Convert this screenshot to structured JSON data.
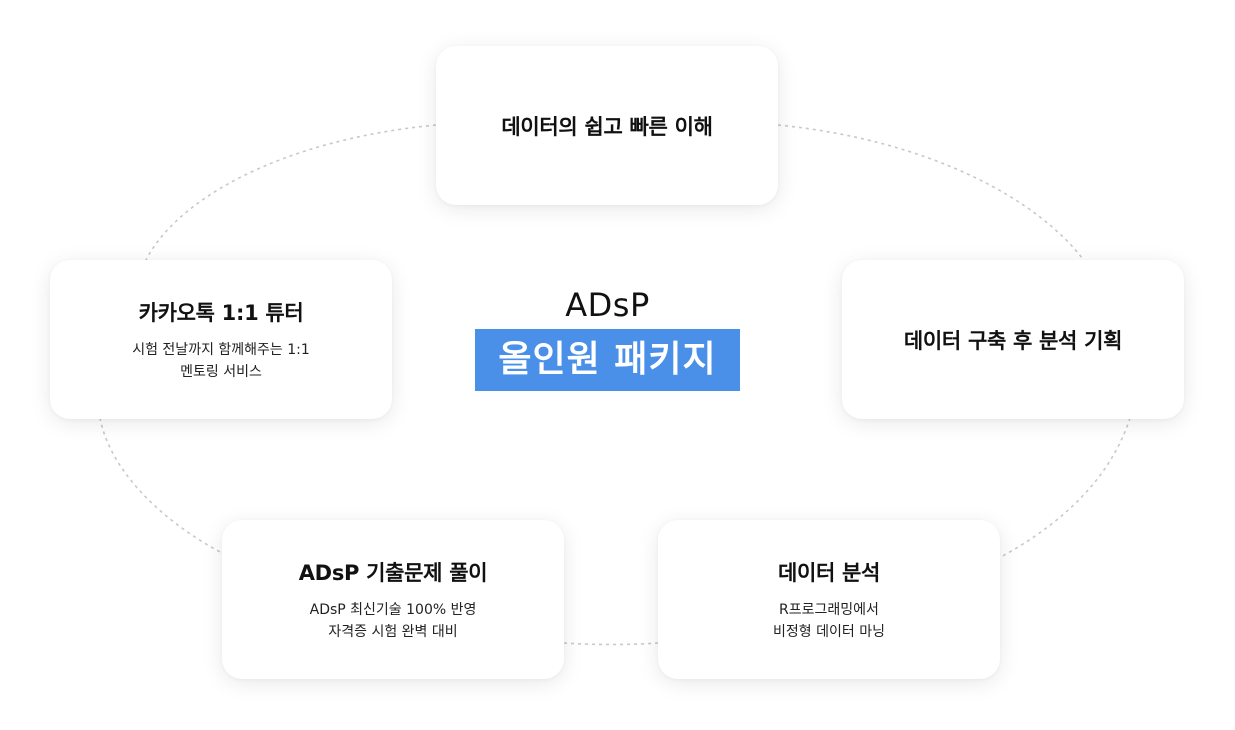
{
  "center": {
    "subtitle": "ADsP",
    "title": "올인원 패키지"
  },
  "cards": {
    "top": {
      "title": "데이터의 쉽고 빠른 이해"
    },
    "right": {
      "title": "데이터 구축 후 분석 기획"
    },
    "bottom_right": {
      "title": "데이터 분석",
      "desc_lines": [
        "R프로그래밍에서",
        "비정형 데이터 마닝"
      ]
    },
    "bottom_left": {
      "title": "ADsP 기출문제 풀이",
      "desc_lines": [
        "ADsP 최신기술 100% 반영",
        "자격증 시험 완벽 대비"
      ]
    },
    "left": {
      "title": "카카오톡 1:1 튜터",
      "desc_lines": [
        "시험 전날까지 함께해주는 1:1",
        "멘토링 서비스"
      ]
    }
  },
  "colors": {
    "accent": "#4a8fe8",
    "ring": "#c8c8c8"
  }
}
